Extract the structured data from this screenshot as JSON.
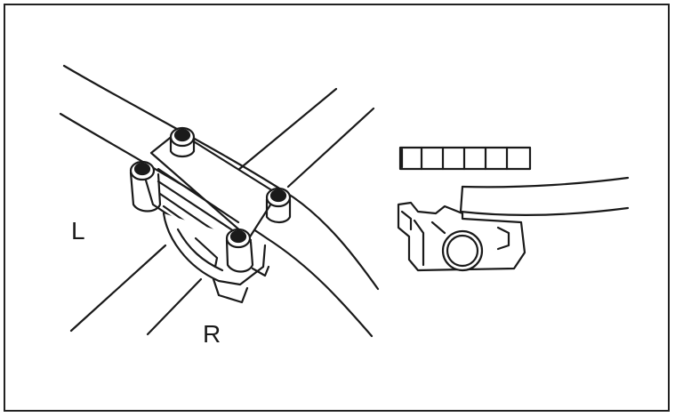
{
  "labels": {
    "left": "L",
    "right": "R"
  },
  "icons": {
    "stem_clamp": "handlebar-stem-clamp-illustration",
    "side_view": "clamp-side-view-illustration",
    "shim": "clamp-shim-illustration"
  },
  "colors": {
    "line": "#1a1a1a",
    "frame": "#222222",
    "background": "#ffffff"
  }
}
